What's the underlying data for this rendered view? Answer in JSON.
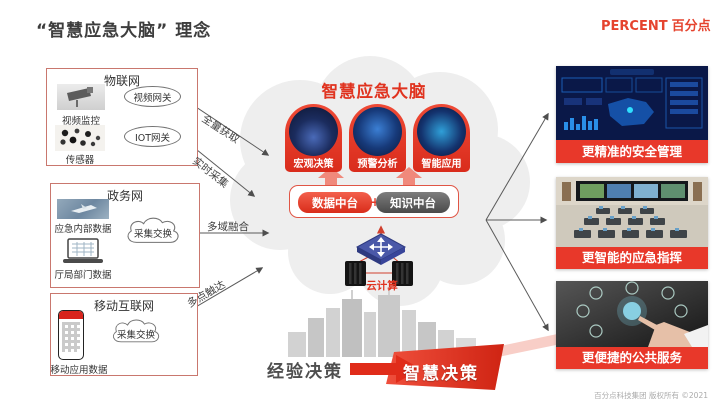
{
  "slide": {
    "title": "“智慧应急大脑” 理念",
    "logo": {
      "en": "PERCENT",
      "zh": "百分点"
    },
    "footer": "百分点科技集团 版权所有 ©2021"
  },
  "left_panel": {
    "iot": {
      "title": "物联网",
      "devices": [
        {
          "caption": "视频监控"
        },
        {
          "caption": "传感器"
        }
      ],
      "gateways": [
        {
          "label": "视频网关"
        },
        {
          "label": "IOT网关"
        }
      ]
    },
    "gov": {
      "title": "政务网",
      "data_items": [
        {
          "caption": "应急内部数据"
        },
        {
          "caption": "厅局部门数据"
        }
      ],
      "cloud": "采集交换"
    },
    "mobile": {
      "title": "移动互联网",
      "data_item": "移动应用数据",
      "cloud": "采集交换"
    }
  },
  "flows": {
    "acquire": "全量获取",
    "realtime": "实时采集",
    "fusion": "多域融合",
    "reach": "多点触达"
  },
  "brain": {
    "title": "智慧应急大脑",
    "modules": [
      {
        "label": "宏观决策"
      },
      {
        "label": "预警分析"
      },
      {
        "label": "智能应用"
      }
    ]
  },
  "platforms": {
    "data": "数据中台",
    "plus": "+",
    "knowledge": "知识中台"
  },
  "cloud_computing": "云计算",
  "decision": {
    "old": "经验决策",
    "new": "智慧决策"
  },
  "outcomes": [
    {
      "label": "更精准的安全管理"
    },
    {
      "label": "更智能的应急指挥"
    },
    {
      "label": "更便捷的公共服务"
    }
  ],
  "colors": {
    "accent_red": "#e23a2a",
    "salmon_arrow": "#f0897b",
    "platform_gray": "#5b5b5b",
    "switch_blue": "#4a58a8"
  }
}
